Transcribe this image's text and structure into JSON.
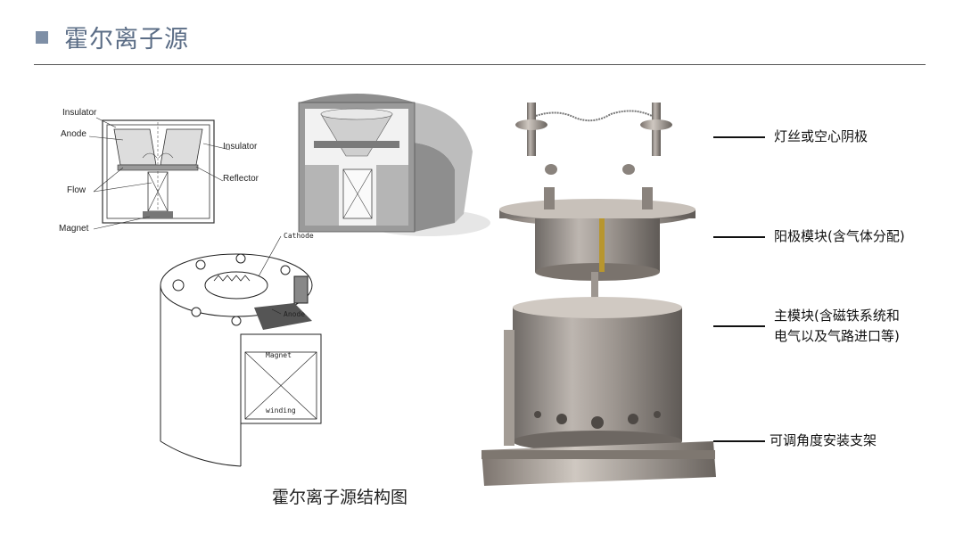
{
  "slide": {
    "title": "霍尔离子源",
    "caption": "霍尔离子源结构图"
  },
  "schematic": {
    "labels": {
      "insulator_top": "Insulator",
      "anode": "Anode",
      "insulator_right": "Insulator",
      "reflector": "Reflector",
      "flow": "Flow",
      "magnet": "Magnet"
    }
  },
  "cutaway": {
    "labels": {
      "cathode": "Cathode",
      "anode": "Anode",
      "magnet": "Magnet",
      "winding": "winding"
    }
  },
  "callouts": {
    "filament": "灯丝或空心阴极",
    "anode_module": "阳极模块(含气体分配)",
    "main_module_line1": "主模块(含磁铁系统和",
    "main_module_line2": "电气以及气路进口等)",
    "bracket": "可调角度安装支架"
  }
}
